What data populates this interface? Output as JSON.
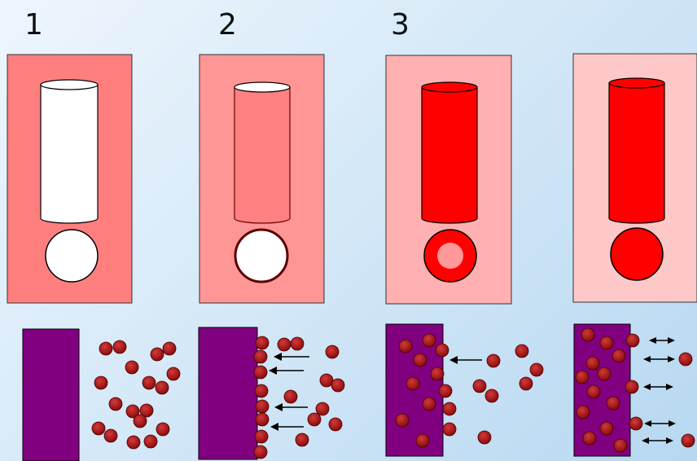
{
  "step_labels": [
    "1",
    "2",
    "3"
  ],
  "colors": {
    "panel_1": "#ff7f7f",
    "panel_2": "#ff9696",
    "panel_3": "#ffb1b1",
    "panel_4": "#ffc8c8",
    "cylinder_empty": "#ffffff",
    "cylinder_partial": "#ff8080",
    "cylinder_full": "#ff0000",
    "cylinder_rim": "#ffffff",
    "membrane": "#800080",
    "particle": "#aa1111",
    "outline": "#000000",
    "dot_inner_light": "#ff9999"
  },
  "panels": [
    {
      "fill_state": "empty"
    },
    {
      "fill_state": "partial"
    },
    {
      "fill_state": "full-light-core"
    },
    {
      "fill_state": "full"
    }
  ]
}
